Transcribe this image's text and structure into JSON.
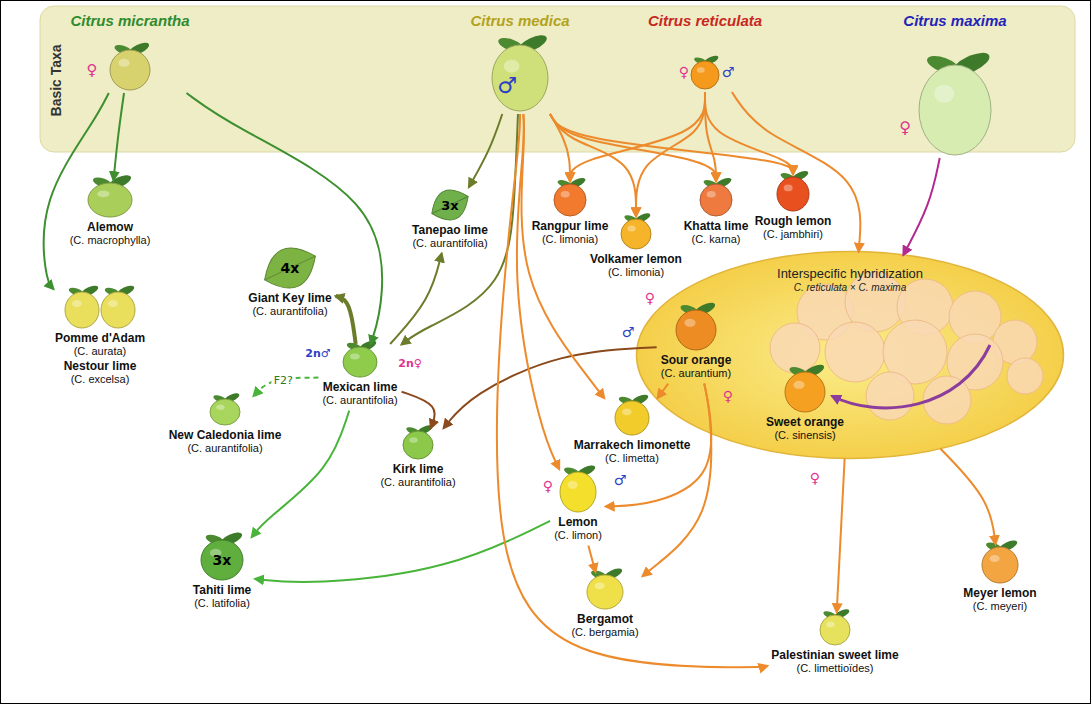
{
  "diagram": {
    "nodes": [
      {
        "text": [
          "Basic Taxa"
        ]
      },
      {
        "text": [
          "Citrus micrantha"
        ],
        "in": 0
      },
      {
        "text": [
          "Citrus medica"
        ],
        "in": 0
      },
      {
        "text": [
          "Citrus reticulata"
        ],
        "in": 0
      },
      {
        "text": [
          "Citrus maxima"
        ],
        "in": 0
      },
      {
        "text": [
          "Alemow",
          "(C. macrophylla)"
        ]
      },
      {
        "text": [
          "Pomme d'Adam",
          "(C. aurata)",
          "Nestour lime",
          "(C. excelsa)"
        ]
      },
      {
        "text": [
          "Tanepao lime",
          "(C. aurantifolia)"
        ]
      },
      {
        "text": [
          "Giant Key lime",
          "(C. aurantifolia)"
        ]
      },
      {
        "text": [
          "Mexican lime",
          "(C. aurantifolia)"
        ]
      },
      {
        "text": [
          "New Caledonia lime",
          "(C. aurantifolia)"
        ]
      },
      {
        "text": [
          "Kirk lime",
          "(C. aurantifolia)"
        ]
      },
      {
        "text": [
          "Tahiti lime",
          "(C. latifolia)"
        ]
      },
      {
        "text": [
          "Rangpur lime",
          "(C. limonia)"
        ]
      },
      {
        "text": [
          "Volkamer lemon",
          "(C. limonia)"
        ]
      },
      {
        "text": [
          "Khatta lime",
          "(C. karna)"
        ]
      },
      {
        "text": [
          "Rough lemon",
          "(C. jambhiri)"
        ]
      },
      {
        "text": [
          "Interspecific hybridization",
          "C. reticulata × C. maxima"
        ]
      },
      {
        "text": [
          "Sour orange",
          "(C. aurantium)"
        ],
        "in": 17
      },
      {
        "text": [
          "Sweet orange",
          "(C. sinensis)"
        ],
        "in": 17
      },
      {
        "text": [
          "Marrakech limonette",
          "(C. limetta)"
        ]
      },
      {
        "text": [
          "Lemon",
          "(C. limon)"
        ]
      },
      {
        "text": [
          "Bergamot",
          "(C. bergamia)"
        ]
      },
      {
        "text": [
          "Palestinian sweet lime",
          "(C. limettioïdes)"
        ]
      },
      {
        "text": [
          "Meyer lemon",
          "(C. meyeri)"
        ]
      }
    ],
    "edges": [
      {
        "from": 1,
        "to": 5,
        "arrow": "to"
      },
      {
        "from": 1,
        "to": 6,
        "arrow": "to"
      },
      {
        "from": 1,
        "to": 9,
        "arrow": "to"
      },
      {
        "from": 2,
        "to": 9,
        "arrow": "to"
      },
      {
        "from": 2,
        "to": 7,
        "arrow": "to"
      },
      {
        "from": 9,
        "to": 7,
        "arrow": "to"
      },
      {
        "from": 9,
        "to": 8,
        "arrow": "to"
      },
      {
        "from": 9,
        "to": 10,
        "label": "F2?",
        "arrow": "to"
      },
      {
        "from": 9,
        "to": 11,
        "arrow": "to"
      },
      {
        "from": 18,
        "to": 11,
        "arrow": "to"
      },
      {
        "from": 9,
        "to": 12,
        "arrow": "to"
      },
      {
        "from": 21,
        "to": 12,
        "arrow": "to"
      },
      {
        "from": 2,
        "to": 13,
        "arrow": "to"
      },
      {
        "from": 3,
        "to": 13,
        "arrow": "to"
      },
      {
        "from": 2,
        "to": 14,
        "arrow": "to"
      },
      {
        "from": 3,
        "to": 14,
        "arrow": "to"
      },
      {
        "from": 2,
        "to": 15,
        "arrow": "to"
      },
      {
        "from": 3,
        "to": 15,
        "arrow": "to"
      },
      {
        "from": 2,
        "to": 16,
        "arrow": "to"
      },
      {
        "from": 3,
        "to": 16,
        "arrow": "to"
      },
      {
        "from": 3,
        "to": 17,
        "arrow": "to"
      },
      {
        "from": 4,
        "to": 17,
        "arrow": "to"
      },
      {
        "from": 2,
        "to": 21,
        "arrow": "to"
      },
      {
        "from": 18,
        "to": 21,
        "arrow": "to"
      },
      {
        "from": 2,
        "to": 20,
        "arrow": "to"
      },
      {
        "from": 18,
        "to": 20,
        "arrow": "to"
      },
      {
        "from": 21,
        "to": 22,
        "arrow": "to"
      },
      {
        "from": 18,
        "to": 22,
        "arrow": "to"
      },
      {
        "from": 2,
        "to": 23,
        "arrow": "to"
      },
      {
        "from": 17,
        "to": 23,
        "arrow": "to"
      },
      {
        "from": 17,
        "to": 24,
        "arrow": "to"
      }
    ],
    "labels": [
      "♀",
      "♂",
      "♀",
      "♂",
      "♀",
      "3x",
      "4x",
      "2n♂",
      "2n♀",
      "3x",
      "♀",
      "♂",
      "♀",
      "♀",
      "♂",
      "♀"
    ]
  }
}
